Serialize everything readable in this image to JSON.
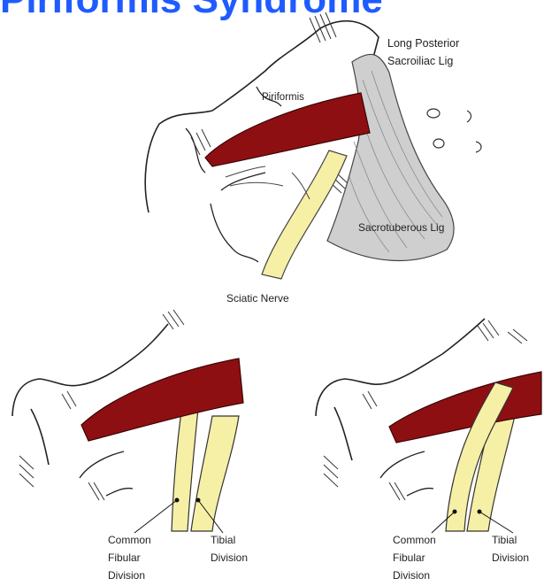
{
  "title": "Piriformis Syndrome",
  "colors": {
    "title": "#1f5bff",
    "muscle": "#8e0f12",
    "nerve": "#f6efa6",
    "ligament": "#cfcfcf",
    "outline": "#222222"
  },
  "top": {
    "labels": {
      "ligament_posterior": [
        "Long Posterior",
        "Sacroiliac Lig"
      ],
      "piriformis": "Piriformis",
      "sacrotuberous": "Sacrotuberous Lig",
      "sciatic": "Sciatic Nerve"
    }
  },
  "bottom_left": {
    "labels": {
      "common_fibular": [
        "Common",
        "Fibular",
        "Division"
      ],
      "tibial": [
        "Tibial",
        "Division"
      ]
    }
  },
  "bottom_right": {
    "labels": {
      "common_fibular": [
        "Common",
        "Fibular",
        "Division"
      ],
      "tibial": [
        "Tibial",
        "Division"
      ]
    }
  }
}
